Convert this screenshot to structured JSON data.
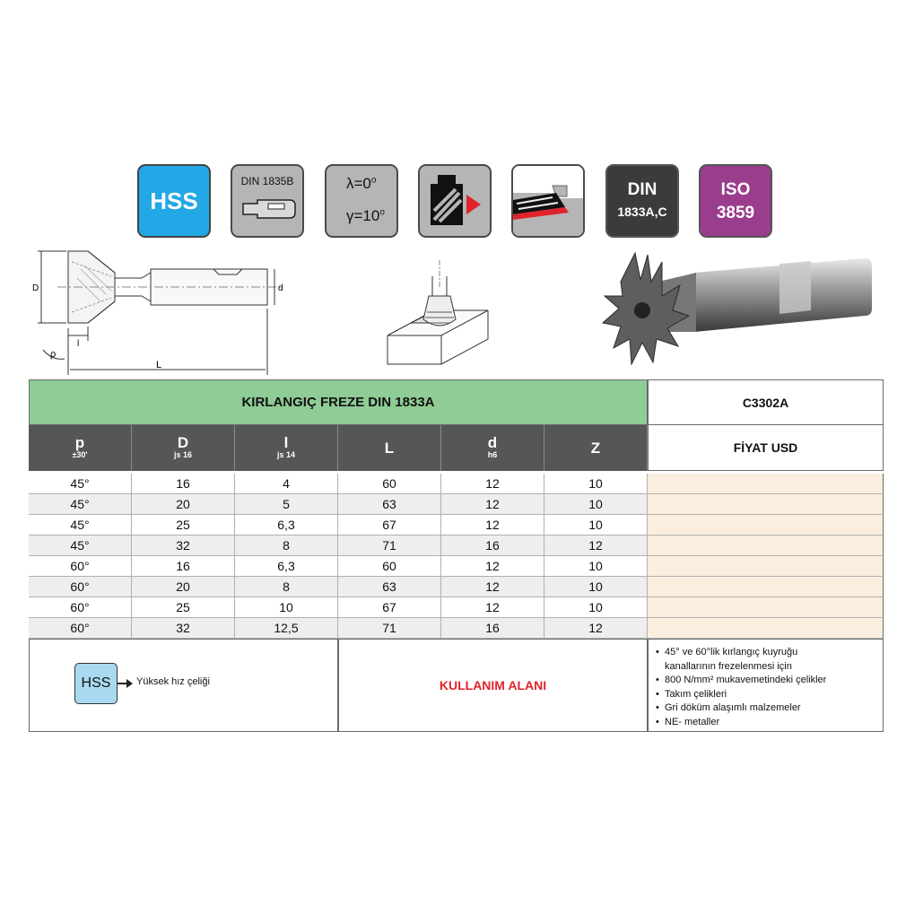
{
  "badges": {
    "hss": "HSS",
    "din1835": "DIN 1835B",
    "lambda": "λ=0",
    "lambda_sup": "o",
    "gamma": "γ=10",
    "gamma_sup": "o",
    "din1833_line1": "DIN",
    "din1833_line2": "1833A,C",
    "iso_line1": "ISO",
    "iso_line2": "3859",
    "icons": [
      "shank-icon",
      "coolant-icon",
      "cutting-icon"
    ],
    "colors": {
      "hss": "#22a8e6",
      "din": "#3b3b3b",
      "iso": "#9a3d8c",
      "gray": "#b5b5b5"
    }
  },
  "drawing": {
    "labels": {
      "D": "D",
      "d": "d",
      "l": "l",
      "L": "L",
      "rho": "ρ"
    }
  },
  "table": {
    "title": "KIRLANGIÇ FREZE DIN 1833A",
    "code": "C3302A",
    "headers": [
      {
        "main": "p",
        "sub": "±30'"
      },
      {
        "main": "D",
        "sub": "js 16"
      },
      {
        "main": "l",
        "sub": "js 14"
      },
      {
        "main": "L",
        "sub": ""
      },
      {
        "main": "d",
        "sub": "h6"
      },
      {
        "main": "Z",
        "sub": ""
      }
    ],
    "price_header": "FİYAT USD",
    "rows": [
      [
        "45°",
        "16",
        "4",
        "60",
        "12",
        "10"
      ],
      [
        "45°",
        "20",
        "5",
        "63",
        "12",
        "10"
      ],
      [
        "45°",
        "25",
        "6,3",
        "67",
        "12",
        "10"
      ],
      [
        "45°",
        "32",
        "8",
        "71",
        "16",
        "12"
      ],
      [
        "60°",
        "16",
        "6,3",
        "60",
        "12",
        "10"
      ],
      [
        "60°",
        "20",
        "8",
        "63",
        "12",
        "10"
      ],
      [
        "60°",
        "25",
        "10",
        "67",
        "12",
        "10"
      ],
      [
        "60°",
        "32",
        "12,5",
        "71",
        "16",
        "12"
      ]
    ],
    "colors": {
      "title_bg": "#8fcc96",
      "header_bg": "#545657",
      "price_bg": "#fbeedf"
    }
  },
  "footer": {
    "hss_label": "HSS",
    "hss_desc": "Yüksek hız çeliği",
    "usage_title": "KULLANIM ALANI",
    "usage_lines": [
      "45° ve 60°lik kırlangıç kuyruğu",
      "kanallarının frezelenmesi için",
      "800 N/mm² mukavemetindeki çelikler",
      "Takım çelikleri",
      "Gri döküm alaşımlı malzemeler",
      "NE- metaller"
    ]
  }
}
